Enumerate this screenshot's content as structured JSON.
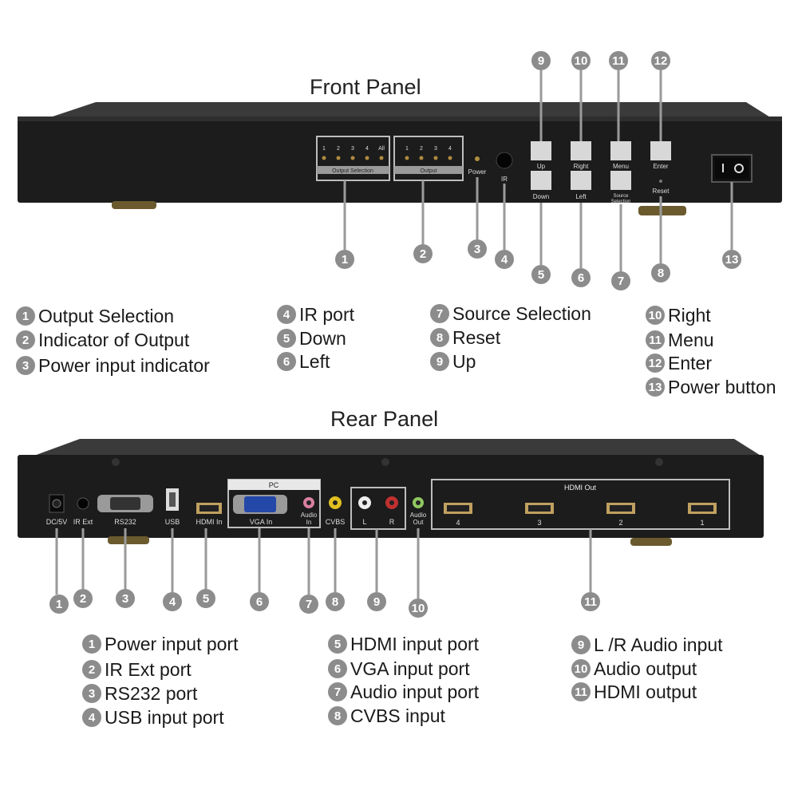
{
  "front": {
    "title": "Front Panel",
    "device_text": {
      "output_selection_nums": [
        "1",
        "2",
        "3",
        "4",
        "All"
      ],
      "output_selection_label": "Output Selection",
      "output_nums": [
        "1",
        "2",
        "3",
        "4"
      ],
      "output_label": "Output",
      "power": "Power",
      "ir": "IR",
      "up": "Up",
      "down": "Down",
      "right": "Right",
      "left": "Left",
      "menu": "Menu",
      "source_selection_1": "Source",
      "source_selection_2": "Selection",
      "enter": "Enter",
      "reset": "Reset"
    },
    "callouts": [
      "1",
      "2",
      "3",
      "4",
      "5",
      "6",
      "7",
      "8",
      "9",
      "10",
      "11",
      "12",
      "13"
    ],
    "legend": [
      {
        "n": "1",
        "text": "Output Selection"
      },
      {
        "n": "2",
        "text": "Indicator of Output"
      },
      {
        "n": "3",
        "text": "Power input indicator"
      },
      {
        "n": "4",
        "text": "IR port"
      },
      {
        "n": "5",
        "text": "Down"
      },
      {
        "n": "6",
        "text": "Left"
      },
      {
        "n": "7",
        "text": "Source Selection"
      },
      {
        "n": "8",
        "text": "Reset"
      },
      {
        "n": "9",
        "text": "Up"
      },
      {
        "n": "10",
        "text": "Right"
      },
      {
        "n": "11",
        "text": "Menu"
      },
      {
        "n": "12",
        "text": "Enter"
      },
      {
        "n": "13",
        "text": "Power button"
      }
    ]
  },
  "rear": {
    "title": "Rear Panel",
    "device_text": {
      "dc": "DC/5V",
      "irext": "IR Ext",
      "rs232": "RS232",
      "usb": "USB",
      "hdmi_in": "HDMI In",
      "pc": "PC",
      "vga_in": "VGA In",
      "audio_in_1": "Audio",
      "audio_in_2": "In",
      "cvbs": "CVBS",
      "l": "L",
      "r": "R",
      "audio_out_1": "Audio",
      "audio_out_2": "Out",
      "hdmi_out": "HDMI Out",
      "out_nums": [
        "4",
        "3",
        "2",
        "1"
      ]
    },
    "callouts": [
      "1",
      "2",
      "3",
      "4",
      "5",
      "6",
      "7",
      "8",
      "9",
      "10",
      "11"
    ],
    "legend": [
      {
        "n": "1",
        "text": "Power input port"
      },
      {
        "n": "2",
        "text": "IR Ext port"
      },
      {
        "n": "3",
        "text": "RS232 port"
      },
      {
        "n": "4",
        "text": "USB input port"
      },
      {
        "n": "5",
        "text": "HDMI input port"
      },
      {
        "n": "6",
        "text": "VGA input port"
      },
      {
        "n": "7",
        "text": "Audio input port"
      },
      {
        "n": "8",
        "text": "CVBS input"
      },
      {
        "n": "9",
        "text": "L /R Audio input"
      },
      {
        "n": "10",
        "text": "Audio output"
      },
      {
        "n": "11",
        "text": "HDMI output"
      }
    ]
  }
}
